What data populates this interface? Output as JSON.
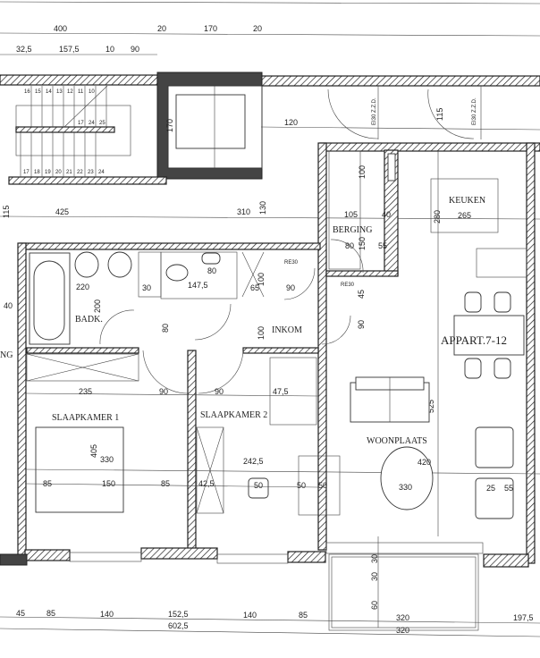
{
  "rooms": {
    "badk": "BADK.",
    "inkom": "INKOM",
    "berging": "BERGING",
    "keuken": "KEUKEN",
    "slaapkamer1": "SLAAPKAMER 1",
    "slaapkamer2": "SLAAPKAMER 2",
    "woonplaats": "WOONPLAATS",
    "appartement": "APPART.7-12",
    "left_partial": "NG"
  },
  "doors": {
    "re30_a": "RE30",
    "re30_b": "RE30",
    "ei30_a": "EI30 Z.Z.D.",
    "ei30_b": "EI30 Z.Z.D."
  },
  "stairs": {
    "upper": [
      "16",
      "15",
      "14",
      "13",
      "12",
      "11",
      "10"
    ],
    "upper_right": [
      "17",
      "24",
      "25"
    ],
    "lower": [
      "17",
      "18",
      "19",
      "20",
      "21",
      "22",
      "23",
      "24"
    ]
  },
  "dimensions": {
    "top_row1": [
      "400",
      "20",
      "170",
      "20"
    ],
    "top_row2": [
      "32,5",
      "157,5",
      "10",
      "90"
    ],
    "corridor": [
      "120",
      "115",
      "170"
    ],
    "row_425": [
      "425",
      "310",
      "130",
      "115"
    ],
    "kitchen": [
      "100",
      "105",
      "40",
      "150",
      "80",
      "55",
      "45",
      "90",
      "280",
      "265"
    ],
    "bath": [
      "220",
      "200",
      "30",
      "147,5",
      "80",
      "65",
      "100",
      "90",
      "80",
      "100",
      "40"
    ],
    "bedrooms": [
      "235",
      "90",
      "90",
      "47,5",
      "405",
      "330",
      "525"
    ],
    "bedroom_row": [
      "85",
      "150",
      "85",
      "42,5",
      "242,5",
      "50",
      "50",
      "50"
    ],
    "living": [
      "420",
      "330",
      "25",
      "55"
    ],
    "balcony": [
      "30",
      "30",
      "60"
    ],
    "bottom_row1": [
      "45",
      "85",
      "140",
      "152,5",
      "140",
      "85",
      "320",
      "197,5"
    ],
    "bottom_row2": [
      "602,5",
      "320"
    ]
  }
}
